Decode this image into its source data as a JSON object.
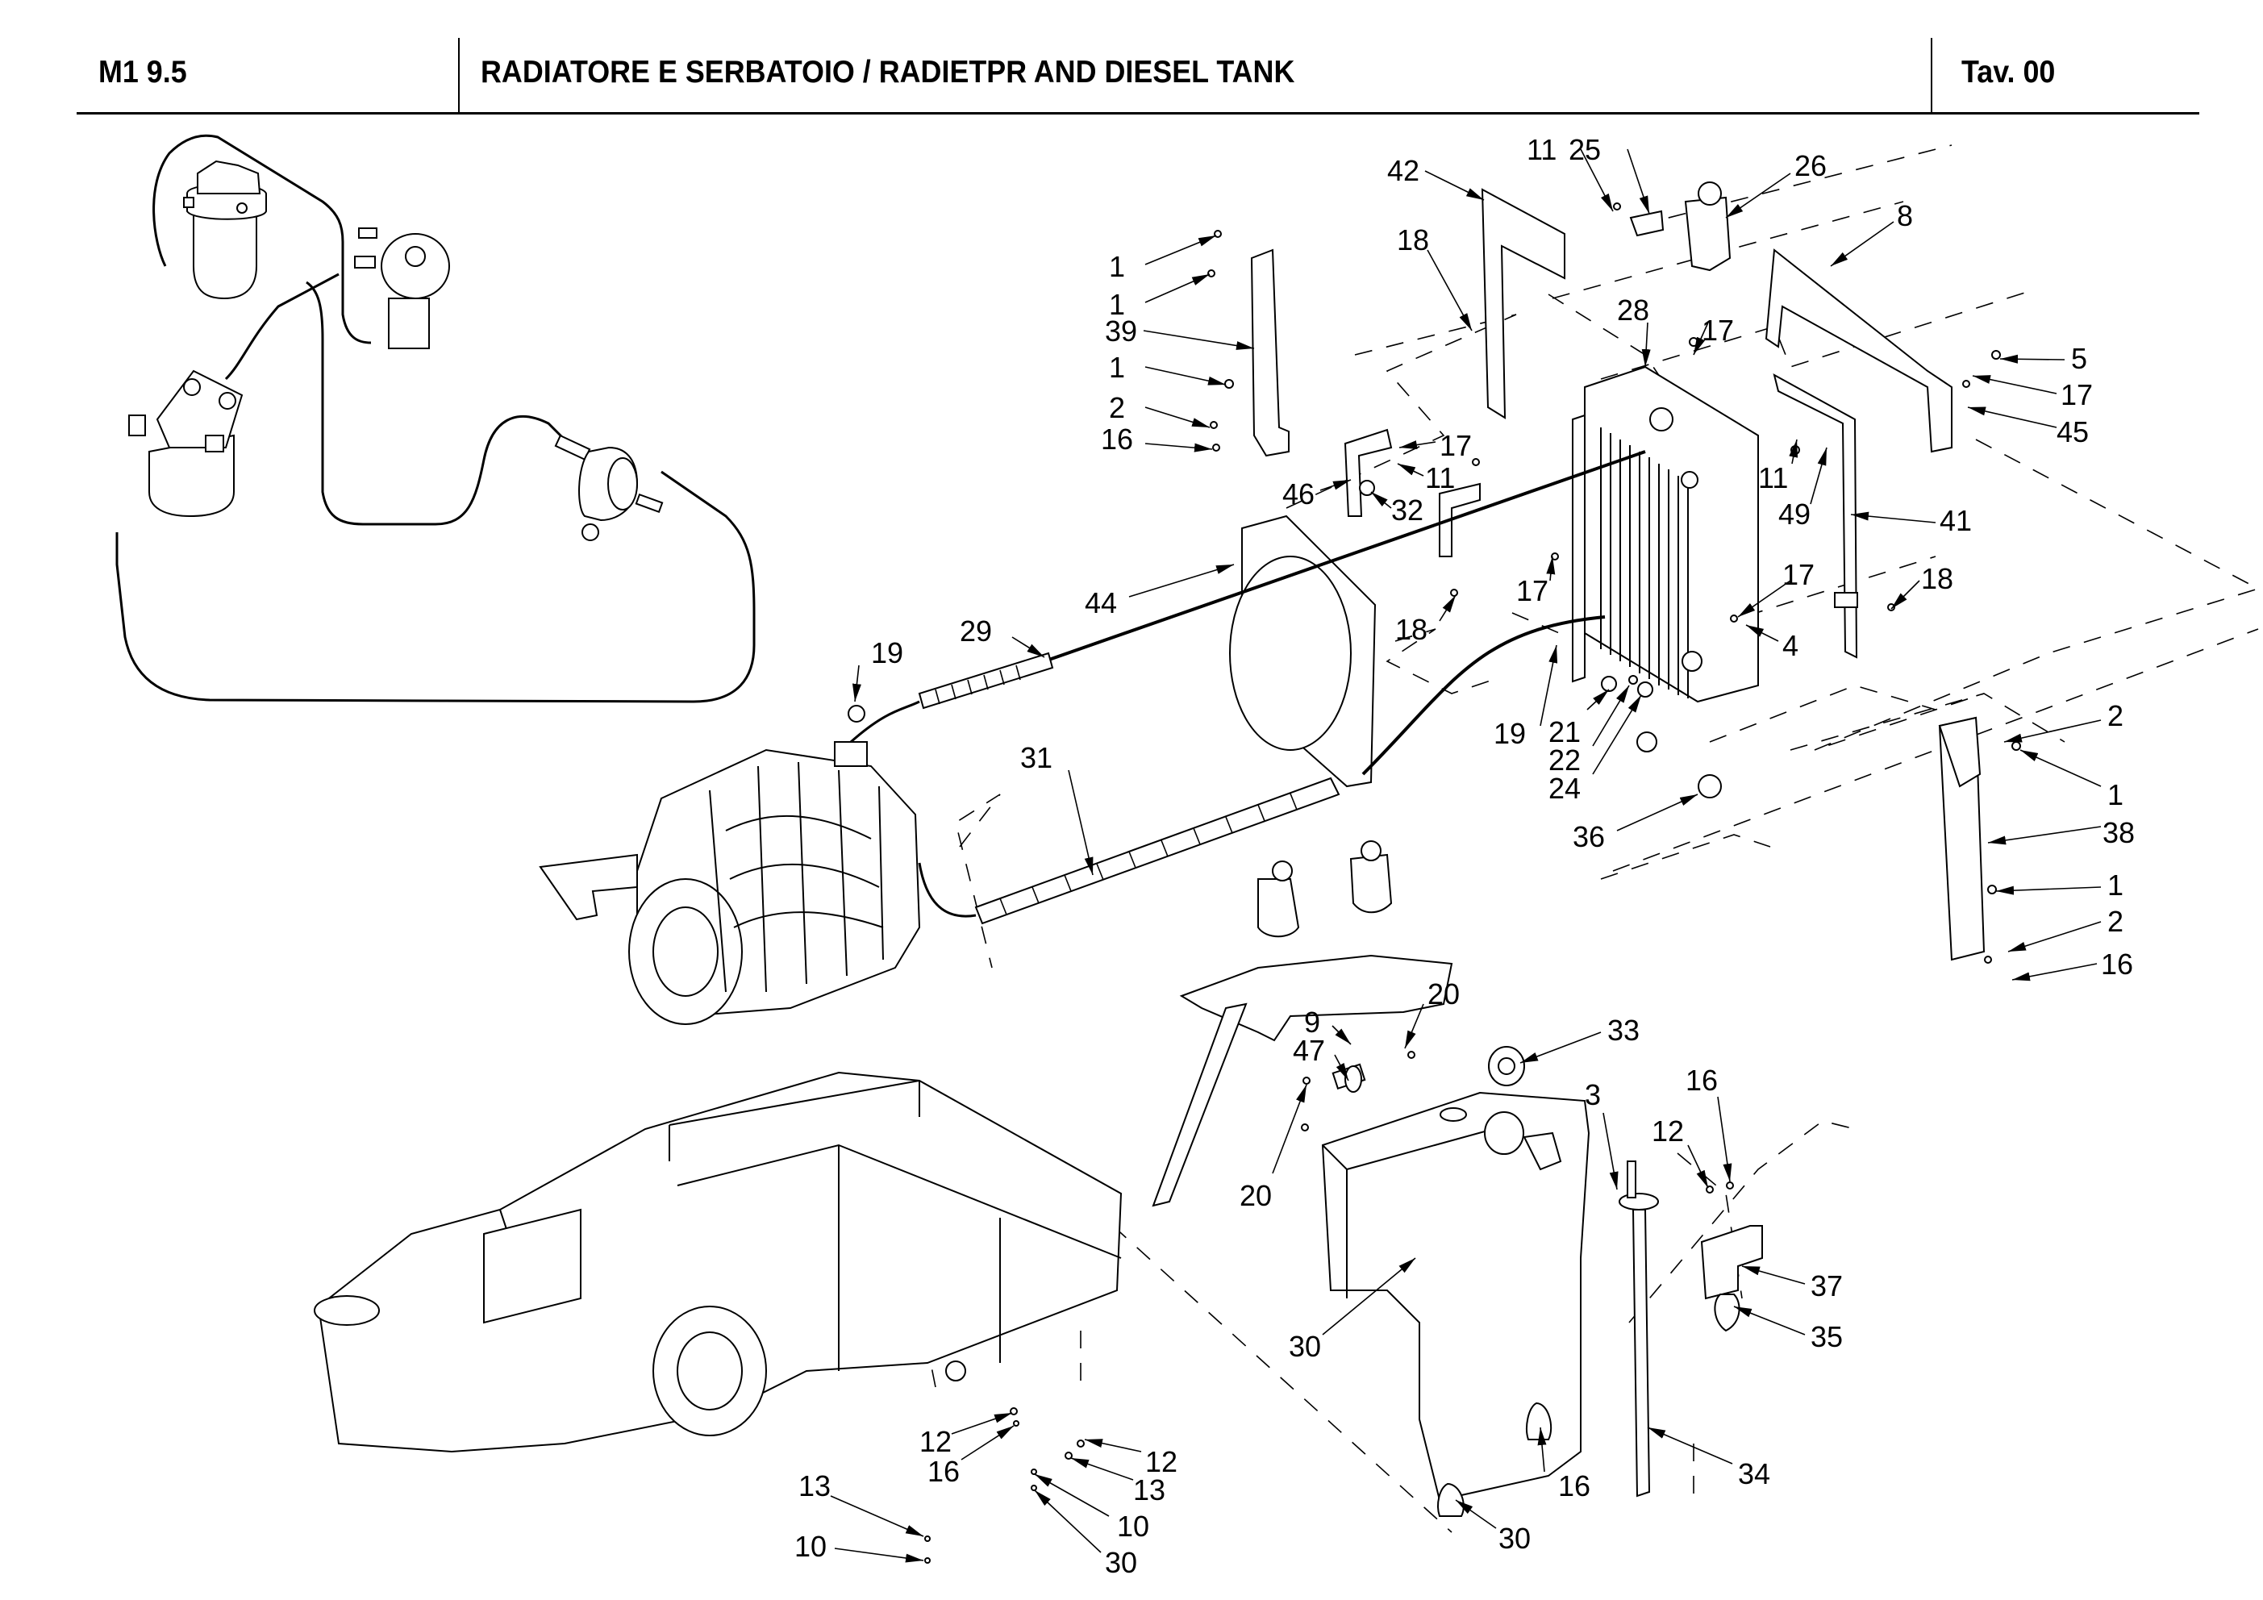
{
  "header": {
    "model": "M1 9.5",
    "title": "RADIATORE E SERBATOIO / RADIETPR AND DIESEL TANK",
    "table": "Tav.  00"
  },
  "callouts": [
    {
      "id": "c1a",
      "label": "1"
    },
    {
      "id": "c1b",
      "label": "1"
    },
    {
      "id": "c39",
      "label": "39"
    },
    {
      "id": "c1c",
      "label": "1"
    },
    {
      "id": "c2a",
      "label": "2"
    },
    {
      "id": "c16a",
      "label": "16"
    },
    {
      "id": "c42",
      "label": "42"
    },
    {
      "id": "c18a",
      "label": "18"
    },
    {
      "id": "c11a",
      "label": "11"
    },
    {
      "id": "c25",
      "label": "25"
    },
    {
      "id": "c26",
      "label": "26"
    },
    {
      "id": "c8",
      "label": "8"
    },
    {
      "id": "c28",
      "label": "28"
    },
    {
      "id": "c17a",
      "label": "17"
    },
    {
      "id": "c5",
      "label": "5"
    },
    {
      "id": "c17b",
      "label": "17"
    },
    {
      "id": "c45",
      "label": "45"
    },
    {
      "id": "c17c",
      "label": "17"
    },
    {
      "id": "c11b",
      "label": "11"
    },
    {
      "id": "c46",
      "label": "46"
    },
    {
      "id": "c32",
      "label": "32"
    },
    {
      "id": "c11c",
      "label": "11"
    },
    {
      "id": "c49",
      "label": "49"
    },
    {
      "id": "c41",
      "label": "41"
    },
    {
      "id": "c44",
      "label": "44"
    },
    {
      "id": "c17d",
      "label": "17"
    },
    {
      "id": "c17e",
      "label": "17"
    },
    {
      "id": "c18b",
      "label": "18"
    },
    {
      "id": "c18c",
      "label": "18"
    },
    {
      "id": "c4",
      "label": "4"
    },
    {
      "id": "c29",
      "label": "29"
    },
    {
      "id": "c19a",
      "label": "19"
    },
    {
      "id": "c19b",
      "label": "19"
    },
    {
      "id": "c21",
      "label": "21"
    },
    {
      "id": "c22",
      "label": "22"
    },
    {
      "id": "c24",
      "label": "24"
    },
    {
      "id": "c2b",
      "label": "2"
    },
    {
      "id": "c1d",
      "label": "1"
    },
    {
      "id": "c38",
      "label": "38"
    },
    {
      "id": "c31",
      "label": "31"
    },
    {
      "id": "c36",
      "label": "36"
    },
    {
      "id": "c1e",
      "label": "1"
    },
    {
      "id": "c2c",
      "label": "2"
    },
    {
      "id": "c16b",
      "label": "16"
    },
    {
      "id": "c9",
      "label": "9"
    },
    {
      "id": "c20a",
      "label": "20"
    },
    {
      "id": "c47",
      "label": "47"
    },
    {
      "id": "c33",
      "label": "33"
    },
    {
      "id": "c3",
      "label": "3"
    },
    {
      "id": "c16c",
      "label": "16"
    },
    {
      "id": "c12a",
      "label": "12"
    },
    {
      "id": "c20b",
      "label": "20"
    },
    {
      "id": "c37",
      "label": "37"
    },
    {
      "id": "c35",
      "label": "35"
    },
    {
      "id": "c30a",
      "label": "30"
    },
    {
      "id": "c16d",
      "label": "16"
    },
    {
      "id": "c12b",
      "label": "12"
    },
    {
      "id": "c16e",
      "label": "16"
    },
    {
      "id": "c12c",
      "label": "12"
    },
    {
      "id": "c13a",
      "label": "13"
    },
    {
      "id": "c13b",
      "label": "13"
    },
    {
      "id": "c10a",
      "label": "10"
    },
    {
      "id": "c10b",
      "label": "10"
    },
    {
      "id": "c30b",
      "label": "30"
    },
    {
      "id": "c30c",
      "label": "30"
    },
    {
      "id": "c34",
      "label": "34"
    }
  ]
}
